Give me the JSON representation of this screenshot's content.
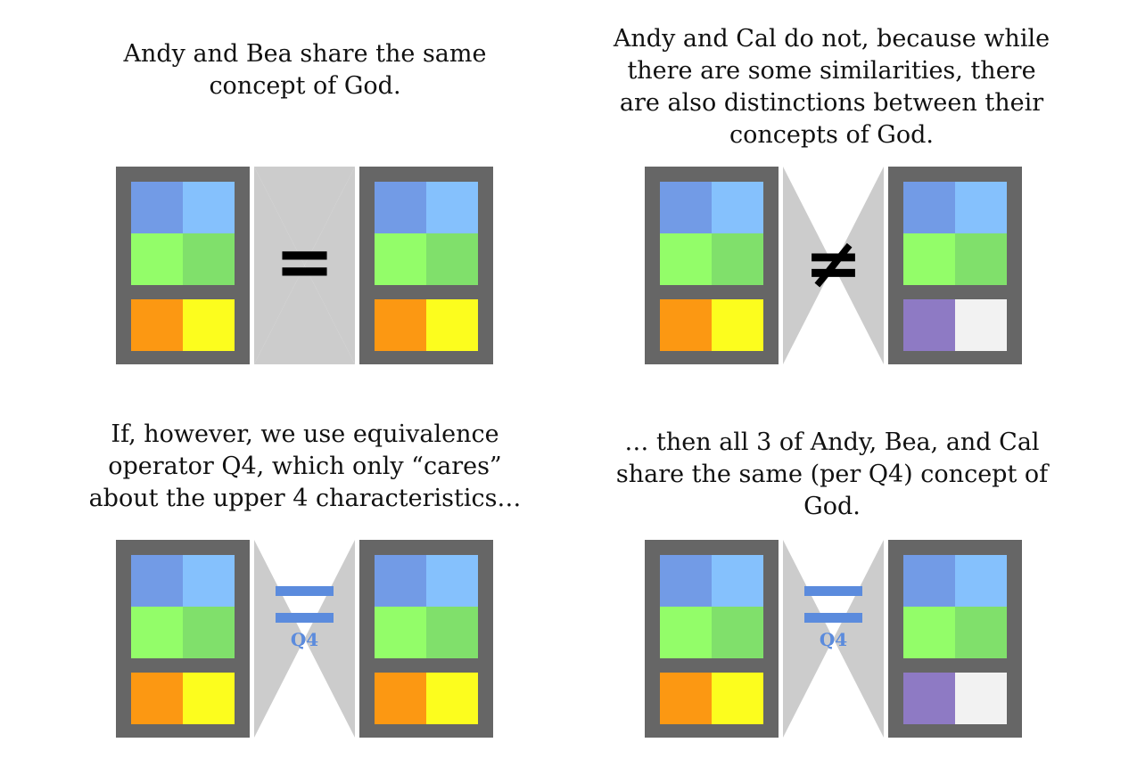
{
  "captions": {
    "top_left": "Andy and Bea share the same concept of God.",
    "top_right": "Andy and Cal do not, because while there are some similarities, there are also distinctions between their concepts of God.",
    "bottom_left": "If, however, we use equivalence operator Q4, which only “cares” about the upper 4 characteristics…",
    "bottom_right": "… then all 3 of Andy, Bea, and Cal share the same (per Q4) concept of God."
  },
  "operators": {
    "equal": "=",
    "not_equal": "≠",
    "q4_label": "Q4"
  },
  "colors": {
    "frame": "#666666",
    "connector": "#CCCCCC",
    "q4_accent": "#5B8BDD",
    "characteristics_andy_bea": [
      "#729BE6",
      "#85C1FD",
      "#93FD69",
      "#80E06B",
      "#FC9812",
      "#FCFD1E"
    ],
    "characteristics_cal": [
      "#729BE6",
      "#85C1FD",
      "#93FD69",
      "#80E06B",
      "#8E7AC4",
      "#F2F2F2"
    ]
  }
}
